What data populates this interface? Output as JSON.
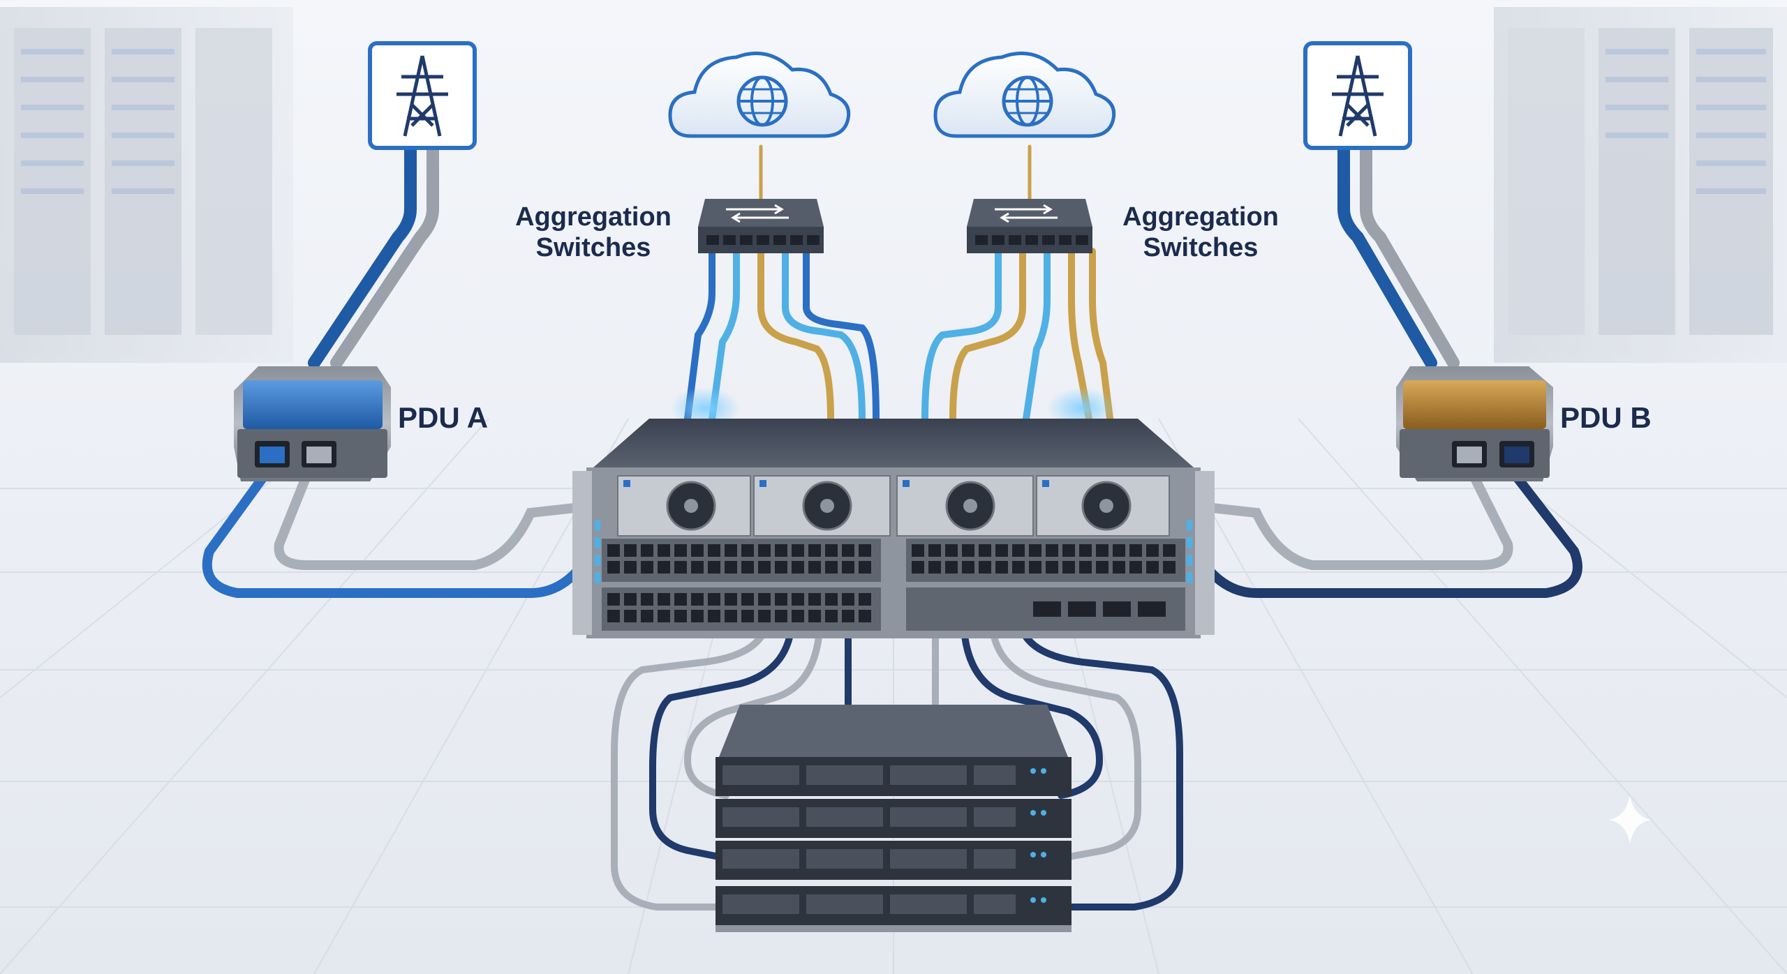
{
  "labels": {
    "aggregation_left_line1": "Aggregation",
    "aggregation_left_line2": "Switches",
    "aggregation_right_line1": "Aggregation",
    "aggregation_right_line2": "Switches",
    "pdu_a": "PDU A",
    "pdu_b": "PDU B"
  },
  "icons": {
    "power_source_left": "power-tower-icon",
    "power_source_right": "power-tower-icon",
    "cloud_left": "cloud-globe-icon",
    "cloud_right": "cloud-globe-icon",
    "watermark": "sparkle-icon"
  },
  "colors": {
    "background": "#eef1f6",
    "cable_blue": "#2a6fc4",
    "cable_light_blue": "#4fb0e6",
    "cable_gold": "#c9a14a",
    "cable_gray": "#a9afb8",
    "cable_navy": "#1f3a6b",
    "pdu_a_accent": "#2f74c9",
    "pdu_b_accent": "#b07d2b",
    "label_text": "#1b2b4d"
  }
}
